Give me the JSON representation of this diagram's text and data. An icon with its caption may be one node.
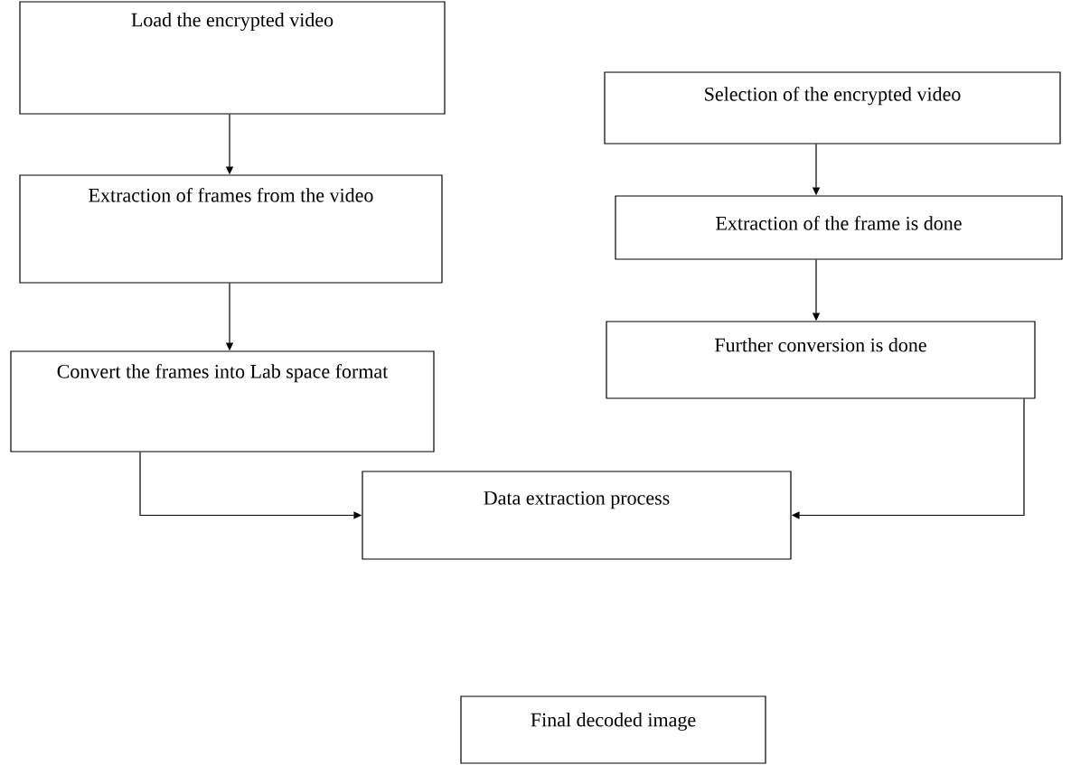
{
  "diagram": {
    "nodes": [
      {
        "text": [
          "Load the encrypted video"
        ]
      },
      {
        "text": [
          "Extraction of frames from the video"
        ]
      },
      {
        "text": [
          "Convert the frames into Lab space format"
        ]
      },
      {
        "text": [
          "Selection of the encrypted video"
        ]
      },
      {
        "text": [
          "Extraction of the frame is done"
        ]
      },
      {
        "text": [
          "Further conversion is done"
        ]
      },
      {
        "text": [
          "Data extraction process"
        ]
      },
      {
        "text": [
          "Final decoded image"
        ]
      }
    ],
    "edges": [
      {
        "from": 0,
        "to": 1,
        "arrow": "to"
      },
      {
        "from": 1,
        "to": 2,
        "arrow": "to"
      },
      {
        "from": 3,
        "to": 4,
        "arrow": "to"
      },
      {
        "from": 4,
        "to": 5,
        "arrow": "to"
      },
      {
        "from": 2,
        "to": 6,
        "arrow": "to"
      },
      {
        "from": 5,
        "to": 6,
        "arrow": "to"
      }
    ]
  }
}
